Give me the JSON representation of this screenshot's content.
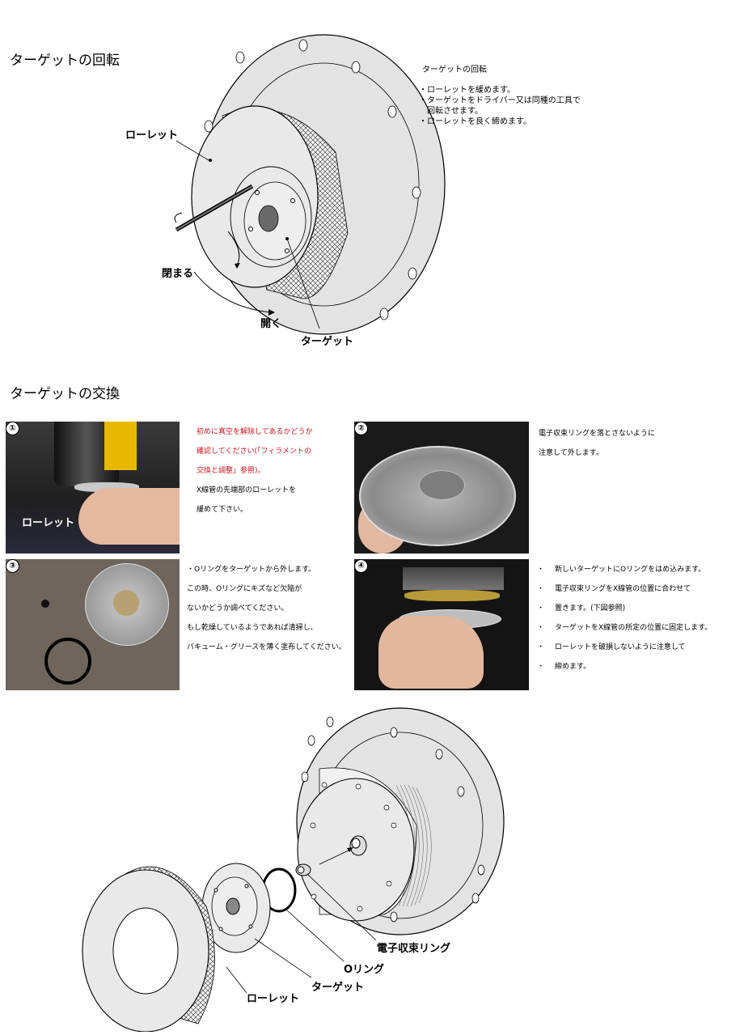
{
  "section1": {
    "title": "ターゲットの回転",
    "instructions": {
      "heading": "ターゲットの回転",
      "lines": [
        "・ローレットを緩めます。",
        "・ターゲットをドライバー又は同種の工具で",
        "　回転させます。",
        "・ローレットを良く締めます。"
      ]
    },
    "labels": {
      "knurl": "ローレット",
      "close": "閉まる",
      "open": "開く",
      "target": "ターゲット"
    }
  },
  "section2": {
    "title": "ターゲットの交換",
    "step1": {
      "number": "①",
      "photo_label": "ローレット",
      "red_lines": [
        "初めに真空を解除してあるかどうか",
        "確認してください(「フィラメントの",
        "交換と調整」参照)。"
      ],
      "black_lines": [
        "X線管の先端部のローレットを",
        "緩めて下さい。"
      ]
    },
    "step2": {
      "number": "②",
      "lines": [
        "電子収束リングを落とさないように",
        "注意して外します。"
      ]
    },
    "step3": {
      "number": "③",
      "lines": [
        "・Oリングをターゲットから外します。",
        "この時、Oリングにキズなど欠陥が",
        "ないかどうか調べてください。",
        "もし乾燥しているようであれば清掃し、",
        "バキューム・グリースを薄く塗布してください。"
      ]
    },
    "step4": {
      "number": "④",
      "items": [
        "新しいターゲットにOリングをはめ込みます。",
        "電子収束リングをX線管の位置に合わせて",
        "置きます。(下図参照)",
        "ターゲットをX線管の所定の位置に固定します。",
        "ローレットを破損しないように注意して",
        "締めます。"
      ]
    }
  },
  "diagram2": {
    "labels": {
      "ring": "電子収束リング",
      "oring": "Oリング",
      "target": "ターゲット",
      "knurl": "ローレット"
    }
  }
}
